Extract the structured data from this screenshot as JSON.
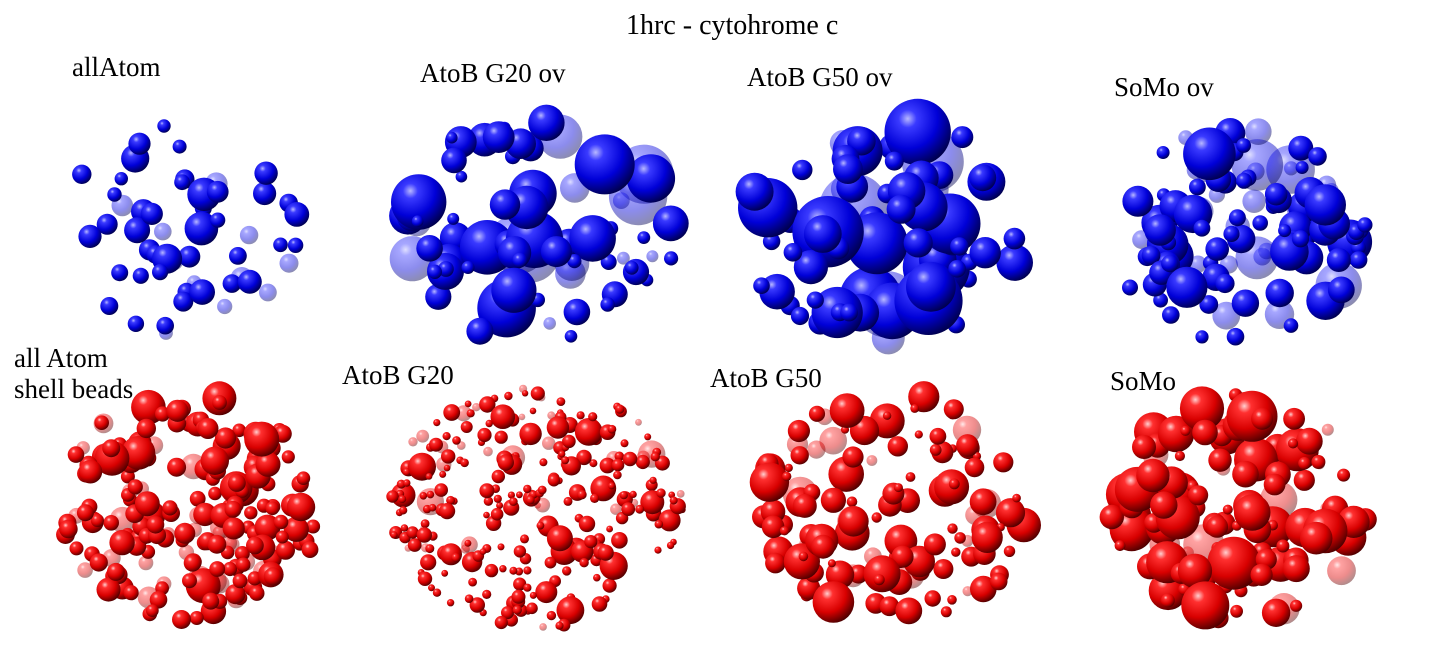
{
  "figure": {
    "title": "1hrc - cytohrome c",
    "colors": {
      "top_row": "#0000ee",
      "bottom_row": "#ee0000"
    }
  },
  "top_row": [
    {
      "label": "allAtom",
      "color": "#0000ee"
    },
    {
      "label": "AtoB G20 ov",
      "color": "#0000ee"
    },
    {
      "label": "AtoB G50 ov",
      "color": "#0000ee"
    },
    {
      "label": "SoMo ov",
      "color": "#0000ee"
    }
  ],
  "bottom_row": [
    {
      "label": "all Atom\nshell beads",
      "color": "#ee0000"
    },
    {
      "label": "AtoB G20",
      "color": "#ee0000"
    },
    {
      "label": "AtoB G50",
      "color": "#ee0000"
    },
    {
      "label": "SoMo",
      "color": "#ee0000"
    }
  ]
}
